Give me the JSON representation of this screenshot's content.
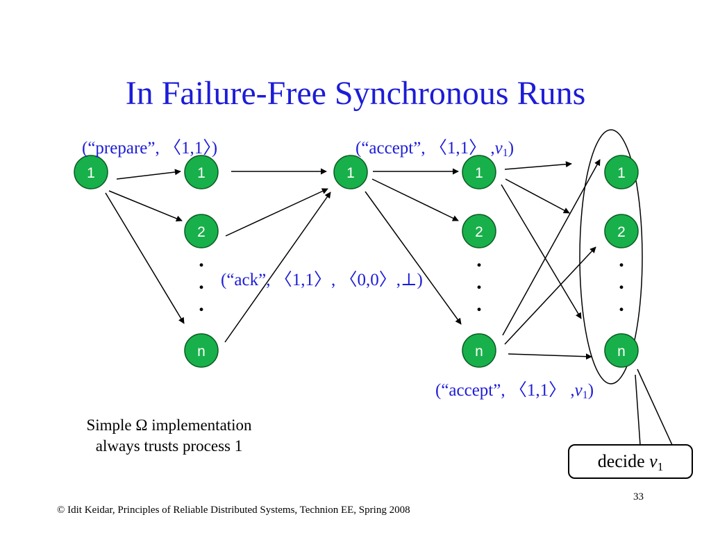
{
  "title": "In Failure-Free Synchronous Runs",
  "messages": {
    "prepare": "(“prepare”, 〈1,1〉)",
    "accept_top_prefix": "(“accept”, 〈1,1〉 ,",
    "accept_bottom_prefix": "(“accept”, 〈1,1〉 ,",
    "ack": "(“ack”, 〈1,1〉, 〈0,0〉,⊥)",
    "value_var": "v",
    "value_sub": "1",
    "close_paren": ")"
  },
  "nodes": {
    "leader_col1": "1",
    "col2": [
      "1",
      "2",
      "n"
    ],
    "leader_col3": "1",
    "col4": [
      "1",
      "2",
      "n"
    ],
    "col5": [
      "1",
      "2",
      "n"
    ],
    "ellipsis_dot": "."
  },
  "colors": {
    "node_fill": "#18b04a",
    "node_stroke": "#0a5a22",
    "title": "#1c1cd8",
    "label": "#1c1cd8"
  },
  "omega_note": {
    "line1": "Simple Ω implementation",
    "line2": "always trusts process 1"
  },
  "decide": {
    "text": "decide ",
    "var": "v",
    "sub": "1"
  },
  "footer": "© Idit Keidar, Principles of Reliable Distributed Systems, Technion EE, Spring 2008",
  "page_number": "33"
}
